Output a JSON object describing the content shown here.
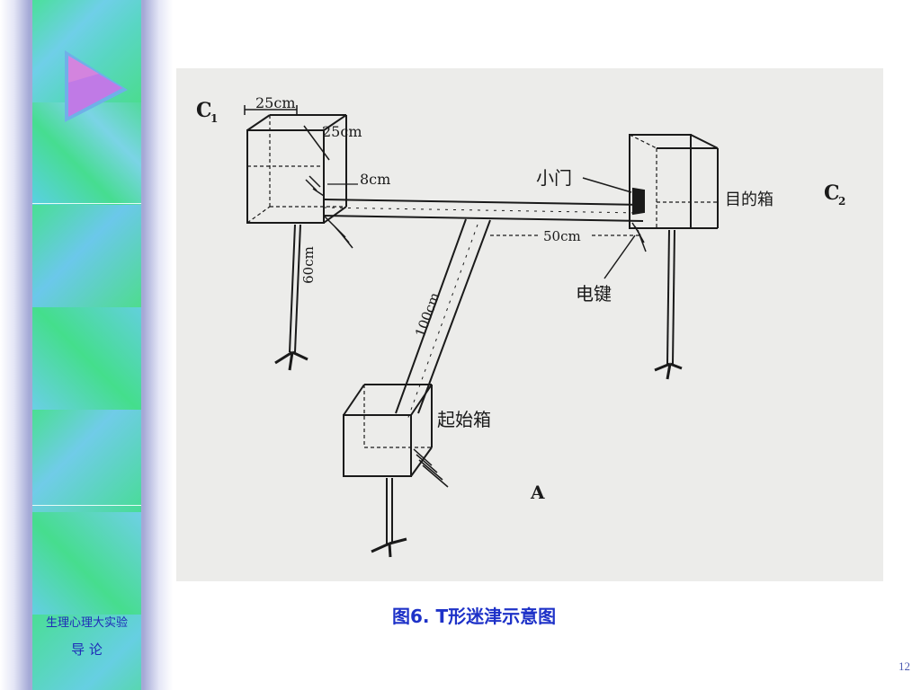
{
  "sidebar": {
    "course_title": "生理心理大实验",
    "section_title": "导  论"
  },
  "figure": {
    "labels": {
      "c1": "C",
      "c1_sub": "1",
      "c2": "C",
      "c2_sub": "2",
      "a": "A",
      "width_25": "25cm",
      "depth_25": "25cm",
      "gap_8": "8cm",
      "leg_60": "60cm",
      "stem_100": "100cm",
      "arm_50": "50cm",
      "small_door": "小门",
      "goal_box": "目的箱",
      "start_box": "起始箱",
      "electric_key": "电键"
    }
  },
  "caption": "图6.  T形迷津示意图",
  "page_number": "12",
  "colors": {
    "accent_text": "#1e32c8",
    "sidebar_strip": "#5fd8c8",
    "sidebar_gradient": "#a4a9d6",
    "triangle": "#b87ae8"
  }
}
